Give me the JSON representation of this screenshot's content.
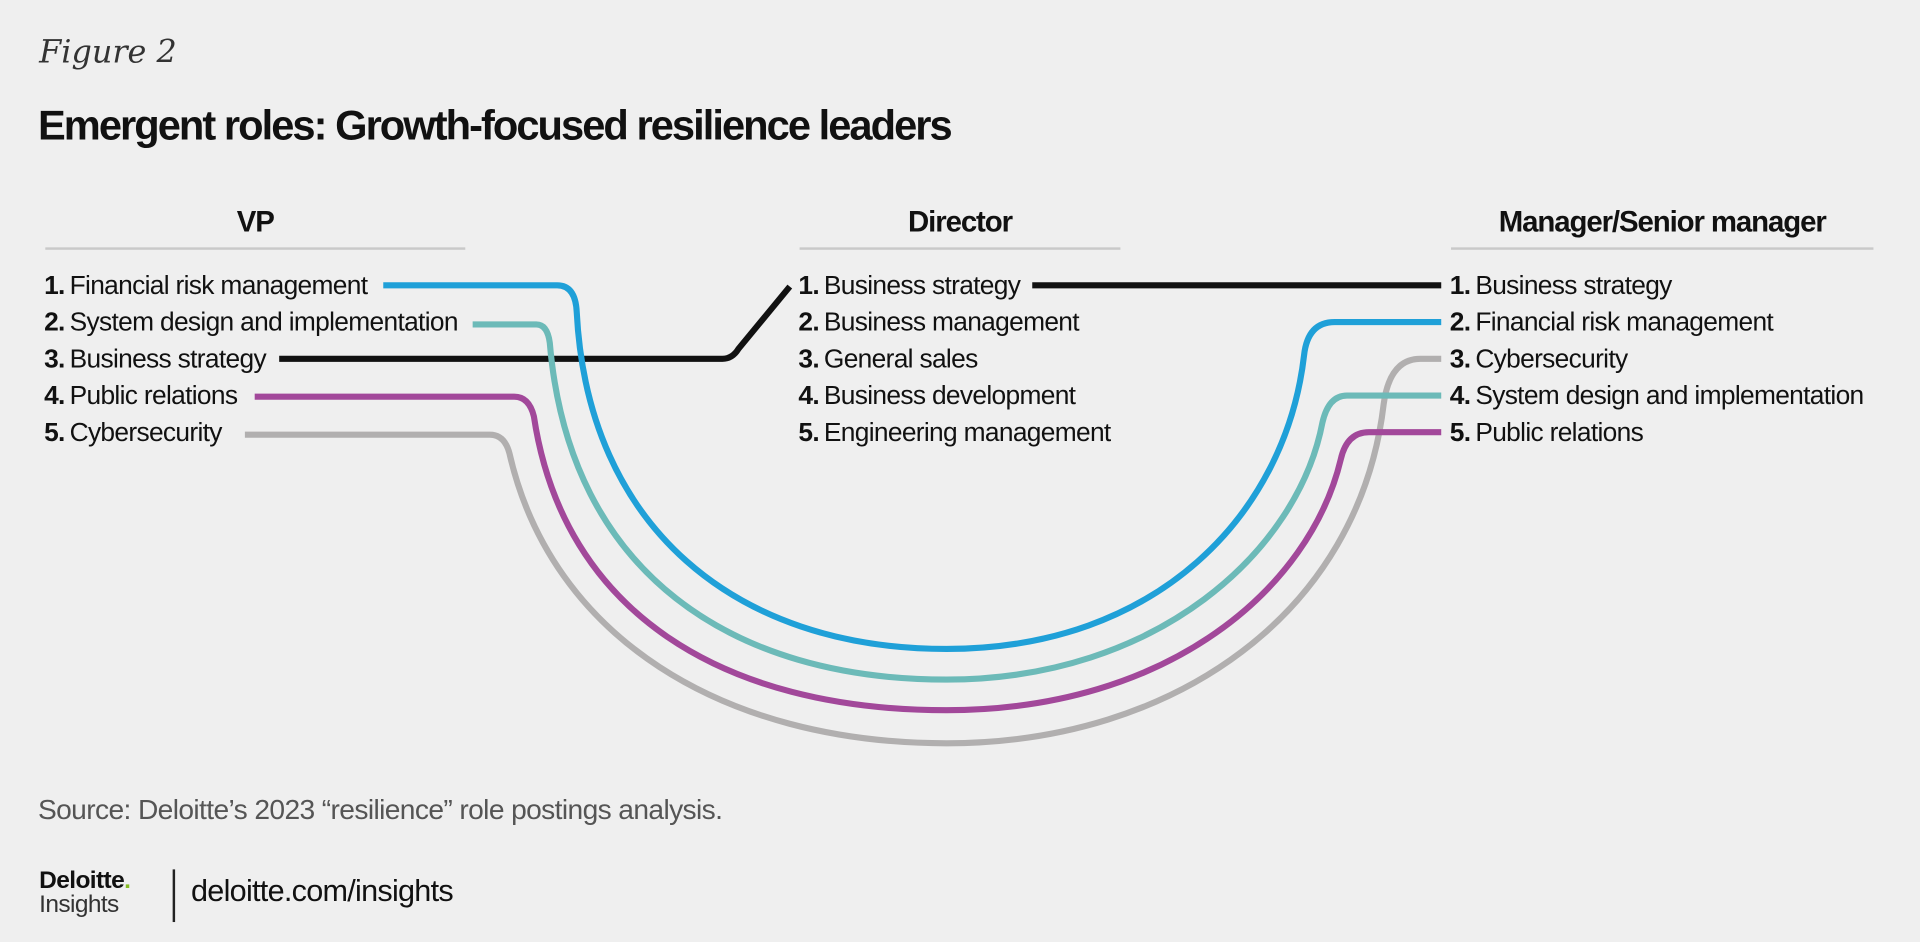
{
  "figure_label": "Figure 2",
  "title": "Emergent roles: Growth-focused resilience leaders",
  "columns": [
    {
      "heading": "VP",
      "items": [
        {
          "num": "1.",
          "label": "Financial risk management"
        },
        {
          "num": "2.",
          "label": "System design and implementation"
        },
        {
          "num": "3.",
          "label": "Business strategy"
        },
        {
          "num": "4.",
          "label": "Public relations"
        },
        {
          "num": "5.",
          "label": "Cybersecurity"
        }
      ]
    },
    {
      "heading": "Director",
      "items": [
        {
          "num": "1.",
          "label": "Business strategy"
        },
        {
          "num": "2.",
          "label": "Business management"
        },
        {
          "num": "3.",
          "label": "General sales"
        },
        {
          "num": "4.",
          "label": "Business development"
        },
        {
          "num": "5.",
          "label": "Engineering management"
        }
      ]
    },
    {
      "heading": "Manager/Senior manager",
      "items": [
        {
          "num": "1.",
          "label": "Business strategy"
        },
        {
          "num": "2.",
          "label": "Financial risk management"
        },
        {
          "num": "3.",
          "label": "Cybersecurity"
        },
        {
          "num": "4.",
          "label": "System design and implementation"
        },
        {
          "num": "5.",
          "label": "Public relations"
        }
      ]
    }
  ],
  "colors": {
    "financial_risk": "#1fa0d8",
    "system_design": "#6cbab8",
    "business_strategy": "#111111",
    "public_relations": "#a2489a",
    "cybersecurity": "#b1afaf"
  },
  "source": "Source: Deloitte’s 2023 “resilience” role postings analysis.",
  "footer": {
    "logo_top": "Deloitte",
    "logo_dot": ".",
    "logo_bottom": "Insights",
    "url": "deloitte.com/insights"
  }
}
